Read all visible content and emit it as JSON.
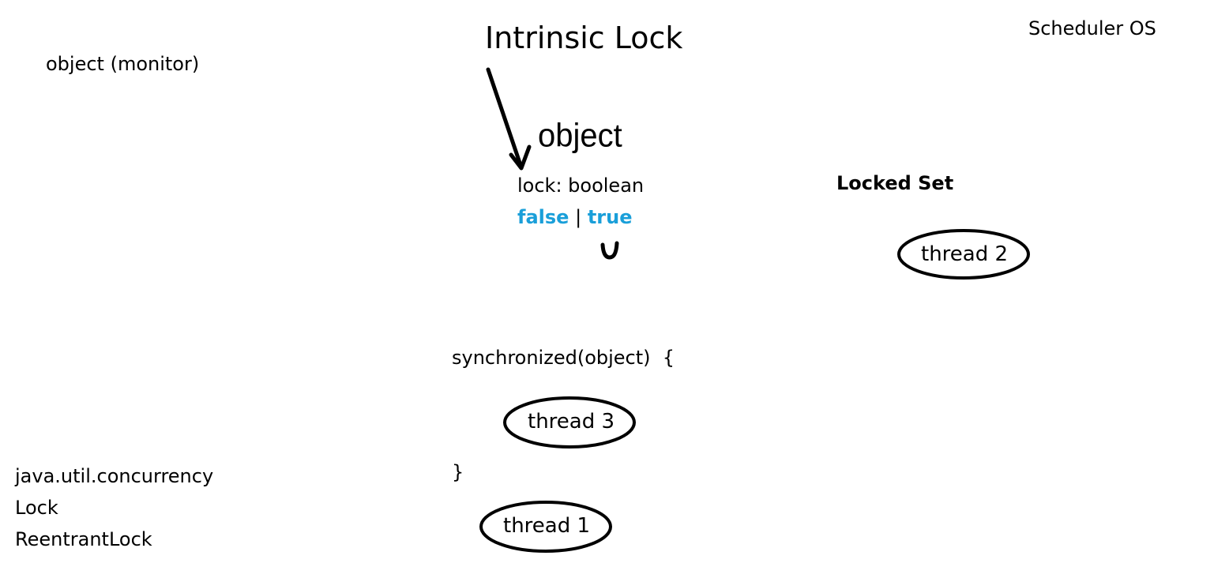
{
  "title": "Intrinsic Lock",
  "scheduler_label": "Scheduler OS",
  "monitor_label": "object (monitor)",
  "object_heading": "object",
  "lock_field": "lock: boolean",
  "lock_values": {
    "false": "false",
    "separator": "|",
    "true": "true"
  },
  "locked_set_label": "Locked Set",
  "sync_block": {
    "open": "synchronized(object)  {",
    "close": "}"
  },
  "threads": {
    "inside": "thread 3",
    "outside": "thread 1",
    "locked": "thread 2"
  },
  "concurrency_notes": [
    "java.util.concurrency",
    "Lock",
    "ReentrantLock"
  ]
}
